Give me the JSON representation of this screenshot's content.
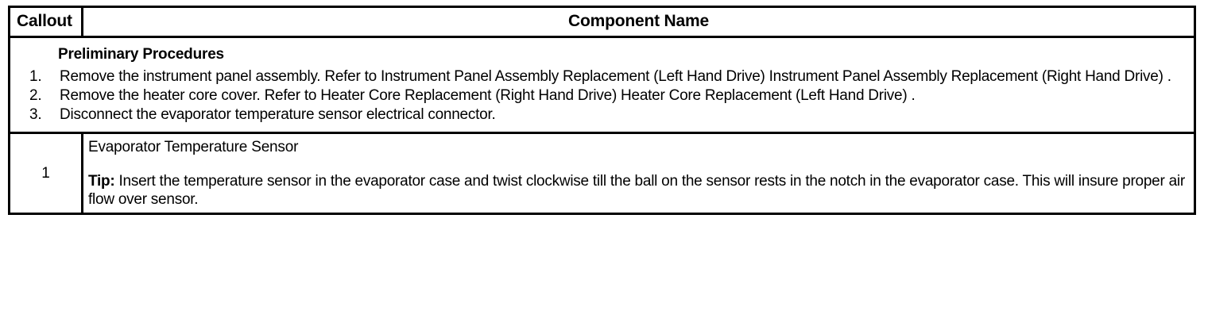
{
  "table": {
    "headers": {
      "callout": "Callout",
      "component_name": "Component Name"
    },
    "preliminary": {
      "title": "Preliminary Procedures",
      "steps": [
        {
          "number": "1.",
          "text": "Remove the instrument panel assembly. Refer to Instrument Panel Assembly Replacement (Left Hand Drive) Instrument Panel Assembly Replacement (Right Hand Drive) ."
        },
        {
          "number": "2.",
          "text": "Remove the heater core cover. Refer to Heater Core Replacement (Right Hand Drive) Heater Core Replacement (Left Hand Drive) ."
        },
        {
          "number": "3.",
          "text": "Disconnect the evaporator temperature sensor electrical connector."
        }
      ]
    },
    "rows": [
      {
        "callout": "1",
        "component_title": "Evaporator Temperature Sensor",
        "tip_label": "Tip:",
        "tip_text": " Insert the temperature sensor in the evaporator case and twist clockwise till the ball on the sensor rests in the notch in the evaporator case. This will insure proper air flow over sensor."
      }
    ]
  },
  "colors": {
    "border": "#000000",
    "text": "#000000",
    "background": "#ffffff"
  }
}
